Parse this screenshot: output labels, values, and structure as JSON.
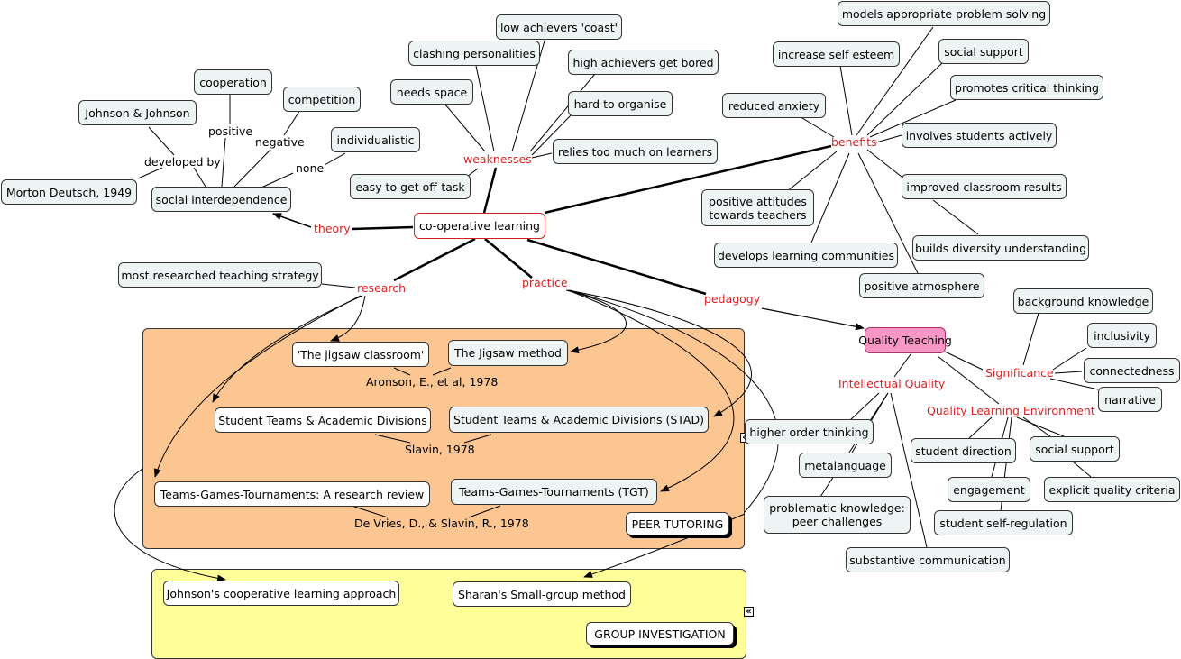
{
  "nodes": {
    "cooperative_learning": "co-operative learning",
    "social_interdependence": "social interdependence",
    "morton_deutsch": "Morton Deutsch, 1949",
    "johnson_johnson": "Johnson & Johnson",
    "cooperation": "cooperation",
    "competition": "competition",
    "individualistic": "individualistic",
    "low_achievers": "low achievers 'coast'",
    "clashing_personalities": "clashing personalities",
    "high_achievers": "high achievers get bored",
    "needs_space": "needs space",
    "hard_to_organise": "hard to organise",
    "relies_on_learners": "relies too much on learners",
    "easy_off_task": "easy to get off-task",
    "models_problem_solving": "models appropriate problem solving",
    "increase_self_esteem": "increase self esteem",
    "social_support_top": "social support",
    "promotes_critical": "promotes critical thinking",
    "reduced_anxiety": "reduced anxiety",
    "involves_students": "involves students actively",
    "improved_results": "improved classroom results",
    "positive_attitudes_1": "positive attitudes",
    "positive_attitudes_2": "towards teachers",
    "builds_diversity": "builds diversity understanding",
    "develops_communities": "develops learning communities",
    "positive_atmosphere": "positive atmosphere",
    "most_researched": "most researched teaching strategy",
    "jigsaw_classroom": "'The jigsaw classroom'",
    "jigsaw_method": "The Jigsaw method",
    "stad_ref": "Student Teams & Academic Divisions",
    "stad": "Student Teams & Academic Divisions (STAD)",
    "tgt_ref": "Teams-Games-Tournaments: A research review",
    "tgt": "Teams-Games-Tournaments (TGT)",
    "peer_tutoring": "PEER TUTORING",
    "johnson_approach": "Johnson's cooperative learning approach",
    "sharan_method": "Sharan's Small-group method",
    "group_investigation": "GROUP INVESTIGATION",
    "quality_teaching": "Quality Teaching",
    "background_knowledge": "background knowledge",
    "inclusivity": "inclusivity",
    "connectedness": "connectedness",
    "narrative": "narrative",
    "higher_order": "higher order thinking",
    "metalanguage": "metalanguage",
    "problematic_1": "problematic knowledge:",
    "problematic_2": "peer challenges",
    "substantive": "substantive communication",
    "student_direction": "student direction",
    "social_support_qle": "social support",
    "engagement": "engagement",
    "explicit_criteria": "explicit quality criteria",
    "self_regulation": "student self-regulation"
  },
  "labels": {
    "theory": "theory",
    "weaknesses": "weaknesses",
    "benefits": "benefits",
    "research": "research",
    "practice": "practice",
    "pedagogy": "pedagogy",
    "significance": "Significance",
    "intellectual_quality": "Intellectual Quality",
    "quality_learning_env": "Quality Learning Environment",
    "developed_by": "developed by",
    "positive": "positive",
    "negative": "negative",
    "none": "none",
    "aronson": "Aronson, E., et al, 1978",
    "slavin": "Slavin, 1978",
    "devries": "De Vries, D., & Slavin, R., 1978"
  },
  "icons": {
    "expand_1": "«",
    "expand_2": "«"
  },
  "colors": {
    "link_label": "#dd2222",
    "node_fill": "#eef3f4",
    "orange_group": "#fcc693",
    "yellow_group": "#ffff99",
    "quality_teaching": "#f996c8"
  }
}
